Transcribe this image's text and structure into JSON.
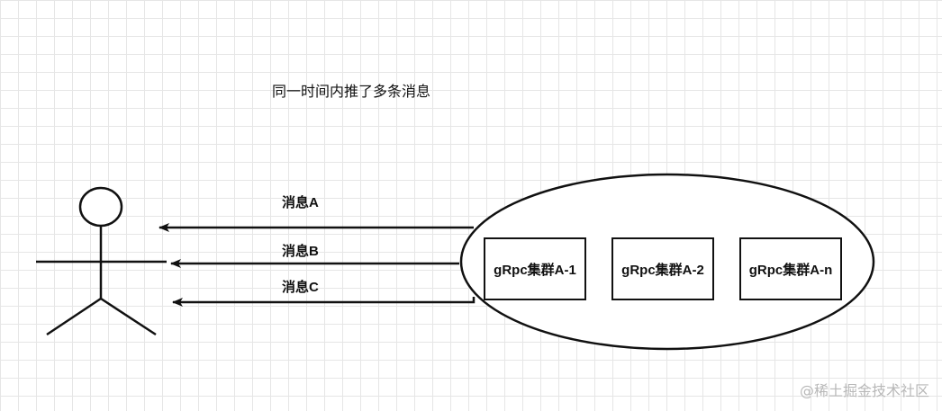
{
  "diagram": {
    "title": "同一时间内推了多条消息",
    "messages": [
      "消息A",
      "消息B",
      "消息C"
    ],
    "cluster_nodes": [
      "gRpc集群A-1",
      "gRpc集群A-2",
      "gRpc集群A-n"
    ],
    "stroke_color": "#111111",
    "grid_color": "#e6e6e6"
  },
  "watermark": "@稀土掘金技术社区"
}
